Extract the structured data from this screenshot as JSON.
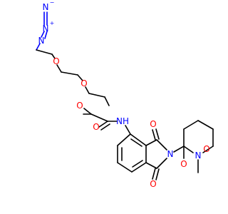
{
  "colors": {
    "carbon": "#000000",
    "oxygen": "#ff0000",
    "nitrogen": "#0000ff",
    "background": "#ffffff"
  },
  "atoms": {
    "azide_n1": "N",
    "azide_n2": "N",
    "azide_n3": "N",
    "azide_n1_charge": "−",
    "azide_n2_charge": "+",
    "ether_o1": "O",
    "ether_o2": "O",
    "ether_o3": "O",
    "amide_o": "O",
    "amide_nh": "NH",
    "imide_o_top": "O",
    "imide_o_bottom": "O",
    "imide_n": "N",
    "glutarimide_o_right": "O",
    "glutarimide_o_bottom": "O",
    "glutarimide_n": "N"
  }
}
